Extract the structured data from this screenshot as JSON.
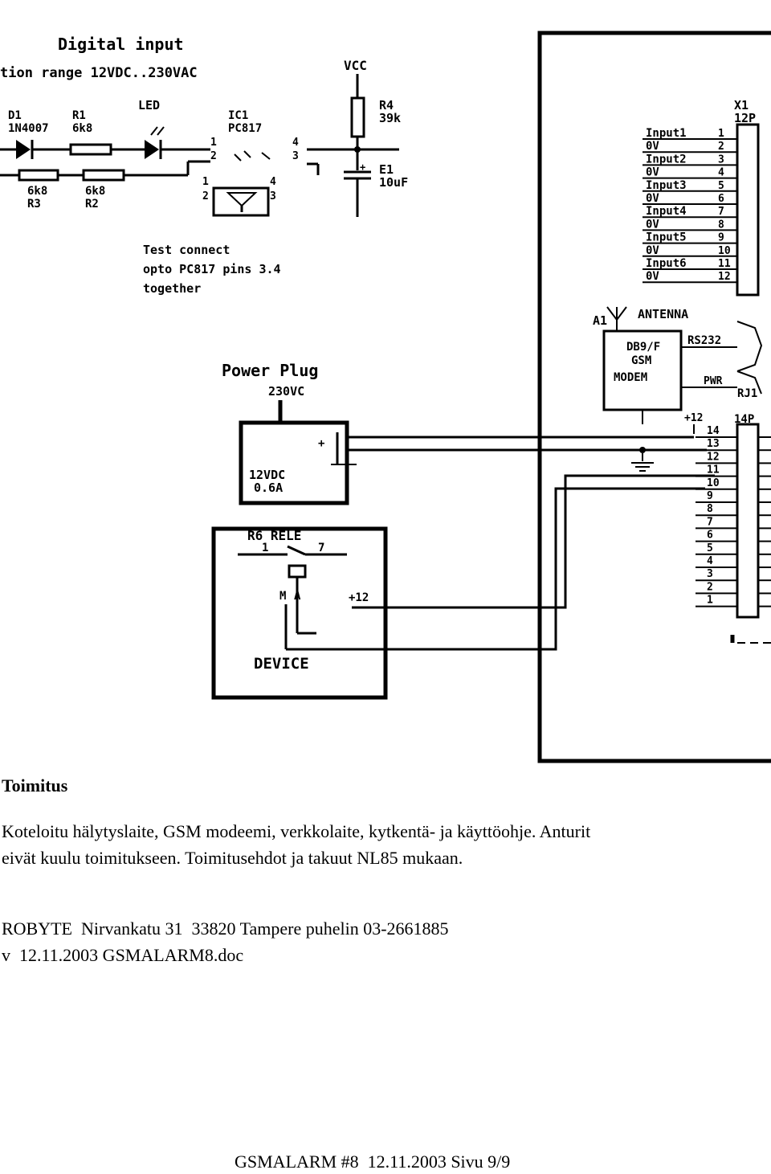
{
  "schematic": {
    "digital_input": {
      "title": "Digital input",
      "range_text": "tion range 12VDC..230VAC",
      "vcc": "VCC",
      "d1_ref": "D1",
      "d1_val": "1N4007",
      "r1_ref": "R1",
      "r1_val": "6k8",
      "led": "LED",
      "ic1_ref": "IC1",
      "ic1_val": "PC817",
      "r4_ref": "R4",
      "r4_val": "39k",
      "e1_ref": "E1",
      "e1_val": "10uF",
      "r3_val": "6k8",
      "r3_ref": "R3",
      "r2_val": "6k8",
      "r2_ref": "R2",
      "pin1": "1",
      "pin2": "2",
      "pin3": "3",
      "pin4": "4",
      "plus": "+"
    },
    "test_note": [
      "Test connect",
      "opto PC817 pins 3.4",
      "together"
    ],
    "connector_x1": {
      "ref": "X1",
      "type": "12P",
      "labels": [
        "Input1",
        "0V",
        "Input2",
        "0V",
        "Input3",
        "0V",
        "Input4",
        "0V",
        "Input5",
        "0V",
        "Input6",
        "0V"
      ],
      "pins": [
        "1",
        "2",
        "3",
        "4",
        "5",
        "6",
        "7",
        "8",
        "9",
        "10",
        "11",
        "12"
      ]
    },
    "antenna": {
      "ref": "A1",
      "label": "ANTENNA"
    },
    "modem": {
      "line1": "DB9/F",
      "line2": "GSM",
      "line3": "MODEM",
      "rs232": "RS232",
      "pwr": "PWR",
      "rj": "RJ1"
    },
    "connector_14p": {
      "type": "14P",
      "plus12": "+12",
      "pins": [
        "14",
        "13",
        "12",
        "11",
        "10",
        "9",
        "8",
        "7",
        "6",
        "5",
        "4",
        "3",
        "2",
        "1"
      ]
    },
    "power_plug": {
      "title": "Power Plug",
      "input": "230VC",
      "output_v": "12VDC",
      "output_a": "0.6A",
      "plus": "+"
    },
    "device": {
      "relay": "R6 RELE",
      "pin1": "1",
      "pin7": "7",
      "m_label": "M",
      "a_label": "A",
      "plus12": "+12",
      "title": "DEVICE"
    }
  },
  "document": {
    "heading": "Toimitus",
    "description_lines": [
      "Koteloitu hälytyslaite, GSM modeemi, verkkolaite, kytkentä- ja käyttöohje. Anturit",
      "eivät kuulu toimitukseen. Toimitusehdot ja takuut NL85 mukaan."
    ],
    "company_line": "ROBYTE  Nirvankatu 31  33820 Tampere puhelin 03-2661885",
    "version_line": "v  12.11.2003 GSMALARM8.doc"
  },
  "footer": "GSMALARM #8  12.11.2003 Sivu 9/9"
}
